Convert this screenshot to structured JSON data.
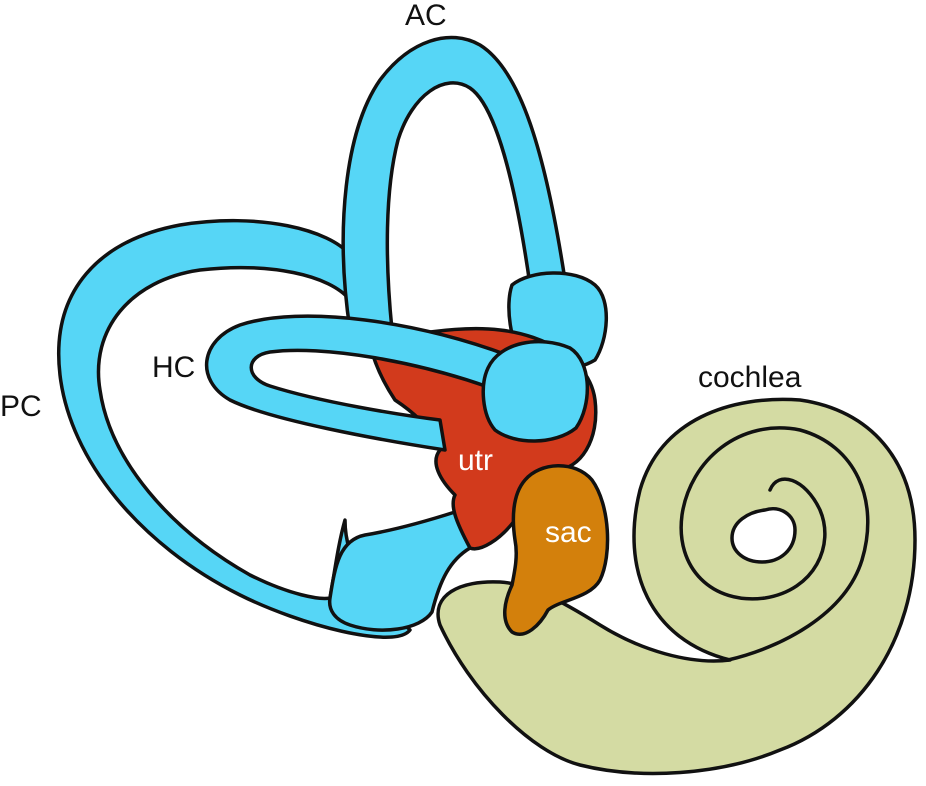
{
  "labels": {
    "ac": "AC",
    "hc": "HC",
    "pc": "PC",
    "cochlea": "cochlea",
    "utr": "utr",
    "sac": "sac"
  },
  "colors": {
    "canals": "#56d6f6",
    "utricle": "#d23a1c",
    "saccule": "#d3800c",
    "cochlea": "#d4dba3",
    "outline": "#111111",
    "background": "#ffffff"
  }
}
